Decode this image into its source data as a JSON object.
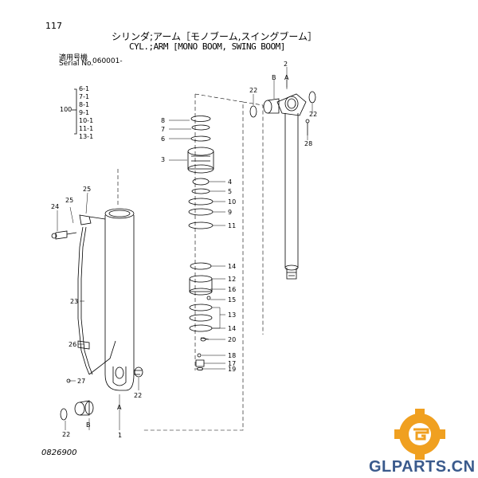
{
  "header": {
    "page_number": "117",
    "title_jp": "シリンダ;アーム［モノブーム,スイングブーム］",
    "title_en": "CYL.;ARM [MONO BOOM, SWING BOOM]",
    "serial_jp": "適用号機",
    "serial_en": "Serial No.",
    "serial_value": "060001-"
  },
  "group_100": {
    "label": "100",
    "items": [
      "6-1",
      "7-1",
      "8-1",
      "9-1",
      "10-1",
      "11-1",
      "13-1"
    ]
  },
  "callouts": {
    "p1": "1",
    "p2": "2",
    "p3": "3",
    "p4": "4",
    "p5": "5",
    "p6": "6",
    "p7": "7",
    "p8": "8",
    "p9": "9",
    "p10": "10",
    "p11": "11",
    "p12": "12",
    "p13": "13",
    "p14a": "14",
    "p14b": "14",
    "p15": "15",
    "p16": "16",
    "p17": "17",
    "p18": "18",
    "p19": "19",
    "p20": "20",
    "p22a": "22",
    "p22b": "22",
    "p22c": "22",
    "p22d": "22",
    "p23": "23",
    "p24": "24",
    "p25": "25",
    "p26": "26",
    "p27": "27",
    "p28": "28",
    "A_top": "A",
    "B_top": "B",
    "A_bottom": "A",
    "B_bottom": "B"
  },
  "footer": {
    "drawing_number": "0826900",
    "brand_text": "GLPARTS.CN"
  },
  "colors": {
    "line": "#000000",
    "brand_orange": "#f0a020",
    "brand_blue": "#3a5a8c"
  }
}
